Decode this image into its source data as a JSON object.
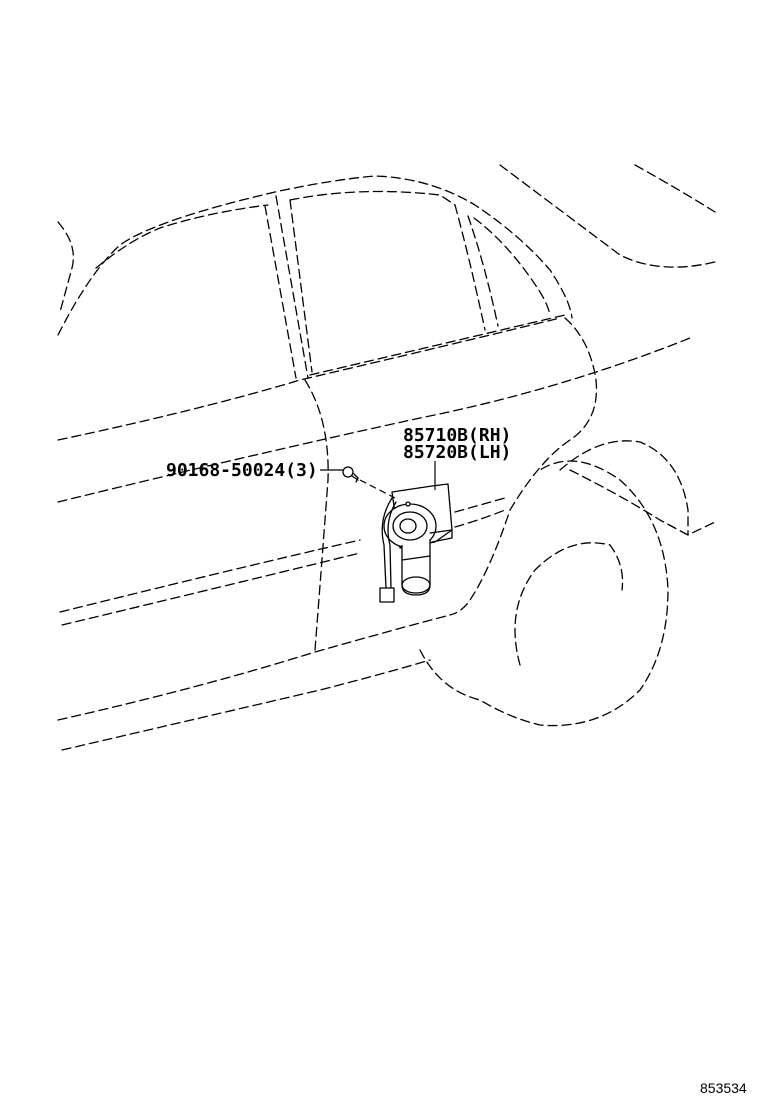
{
  "parts": {
    "motor_rh": "85710B(RH)",
    "motor_lh": "85720B(LH)",
    "screw": "90168-50024(3)"
  },
  "illustration_id": "853534"
}
